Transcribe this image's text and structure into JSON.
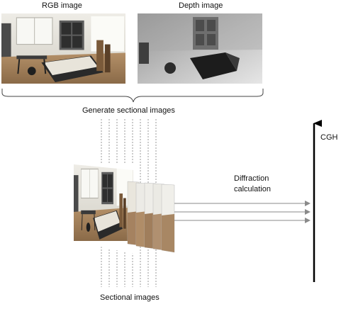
{
  "labels": {
    "rgb": "RGB image",
    "depth": "Depth image",
    "generate": "Generate sectional images",
    "sectional": "Sectional images",
    "diffraction_line1": "Diffraction",
    "diffraction_line2": "calculation",
    "cgh": "CGH"
  },
  "colors": {
    "arrow": "#8a8a8a",
    "axis": "#000000",
    "dotted": "#9a9a9a",
    "floor": "#9c7a55",
    "room_wall": "#dcdad2"
  }
}
